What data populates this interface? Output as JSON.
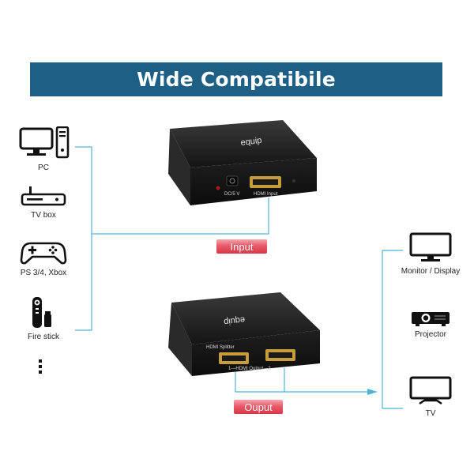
{
  "banner": {
    "title": "Wide Compatibile"
  },
  "sources": [
    {
      "label": "PC",
      "icon": "pc-icon"
    },
    {
      "label": "TV box",
      "icon": "tv-box-icon"
    },
    {
      "label": "PS 3/4, Xbox",
      "icon": "gamepad-icon"
    },
    {
      "label": "Fire stick",
      "icon": "fire-stick-icon"
    }
  ],
  "more_icon": "vertical-ellipsis-icon",
  "outputs": [
    {
      "label": "Monitor / Display",
      "icon": "monitor-icon"
    },
    {
      "label": "Projector",
      "icon": "projector-icon"
    },
    {
      "label": "TV",
      "icon": "tv-icon"
    }
  ],
  "tags": {
    "input": "Input",
    "output": "Ouput"
  },
  "device_top": {
    "brand": "equip",
    "ports": {
      "power": "DC/5 V",
      "hdmi_input": "HDMI Input"
    }
  },
  "device_bottom": {
    "brand": "equip",
    "name": "HDMI Splitter",
    "ports": {
      "outputs": "1—HDMI Output—2"
    }
  },
  "colors": {
    "banner": "#1e5f86",
    "line": "#4fb2d8",
    "tag": "#e4505f",
    "device": "#1b1b1b"
  }
}
